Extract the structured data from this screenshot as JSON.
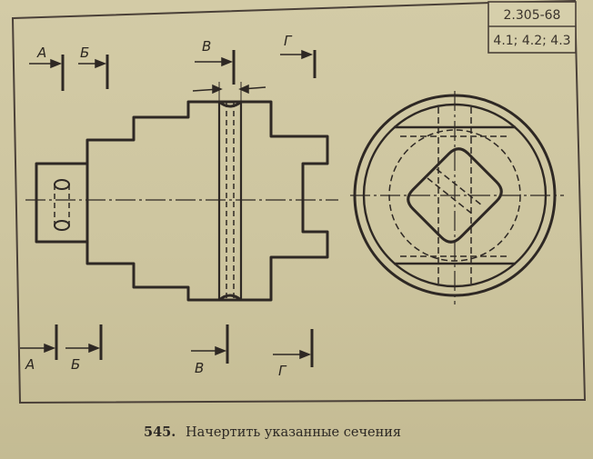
{
  "stamp": {
    "standard": "2.305-68",
    "refs": "4.1; 4.2; 4.3"
  },
  "section_labels": {
    "a": "А",
    "b": "Б",
    "v": "В",
    "g": "Г"
  },
  "caption": {
    "number": "545.",
    "text": "Начертить указанные сечения"
  },
  "colors": {
    "line": "#2e2824",
    "paper": "#cfc7a1",
    "frame": "#4a4038"
  }
}
